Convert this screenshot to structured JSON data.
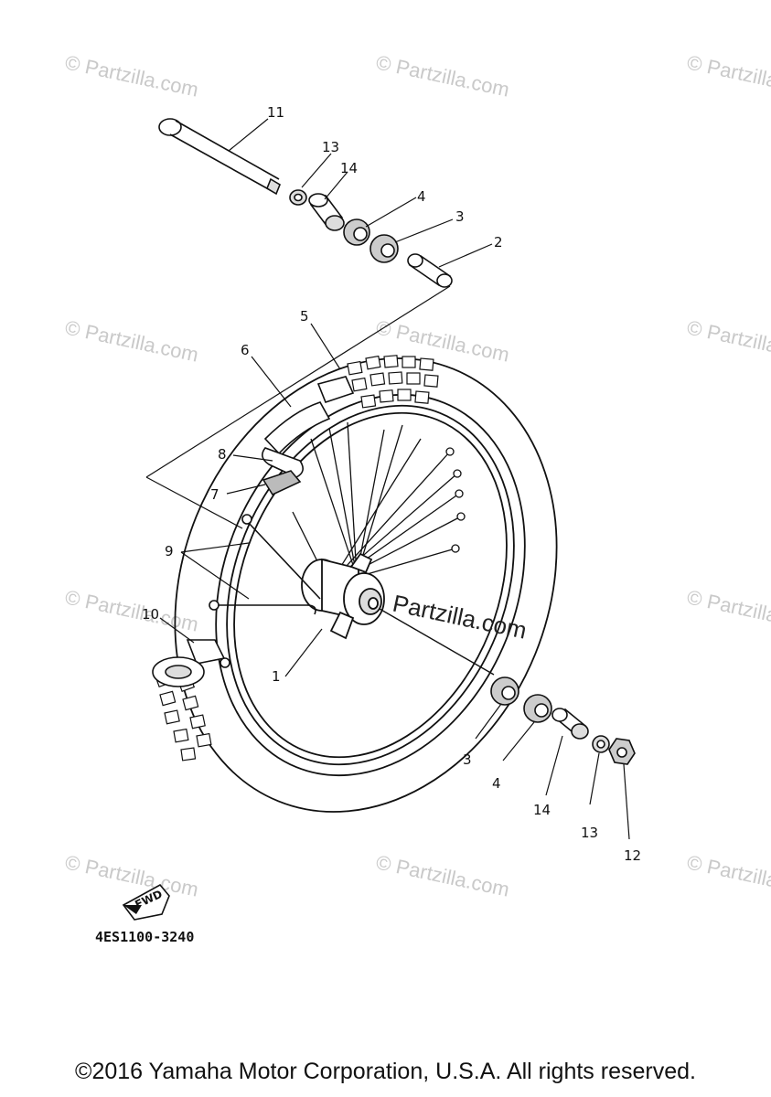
{
  "diagram": {
    "callouts": [
      "11",
      "13",
      "14",
      "4",
      "3",
      "2",
      "5",
      "6",
      "8",
      "7",
      "9",
      "10",
      "1",
      "3",
      "4",
      "14",
      "13",
      "12"
    ],
    "watermark": "© Partzilla.com",
    "center_watermark": "Partzilla.com",
    "direction_label": "FWD",
    "diagram_code": "4ES1100-3240"
  },
  "footer": {
    "copyright": "©2016 Yamaha Motor Corporation, U.S.A. All rights reserved."
  }
}
